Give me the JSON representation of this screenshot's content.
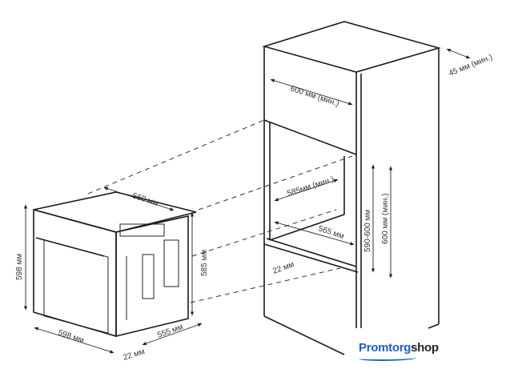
{
  "labels": {
    "oven_depth_top": "560 мм",
    "oven_height_front": "598 мм",
    "oven_height_side": "585 мм",
    "oven_width": "598 мм",
    "oven_depth": "555 мм",
    "oven_front_lip": "22 мм",
    "cabinet_width": "600 мм (мин.)",
    "cabinet_gap": "45 мм (мин.)",
    "niche_depth_min": "585мм (мин.)",
    "niche_depth": "565 мм",
    "niche_front_lip": "22 мм",
    "niche_height": "590-600 мм",
    "niche_height_min": "600 мм (мин.)"
  },
  "logo": {
    "part1": "Promtorg",
    "part2": "shop"
  }
}
